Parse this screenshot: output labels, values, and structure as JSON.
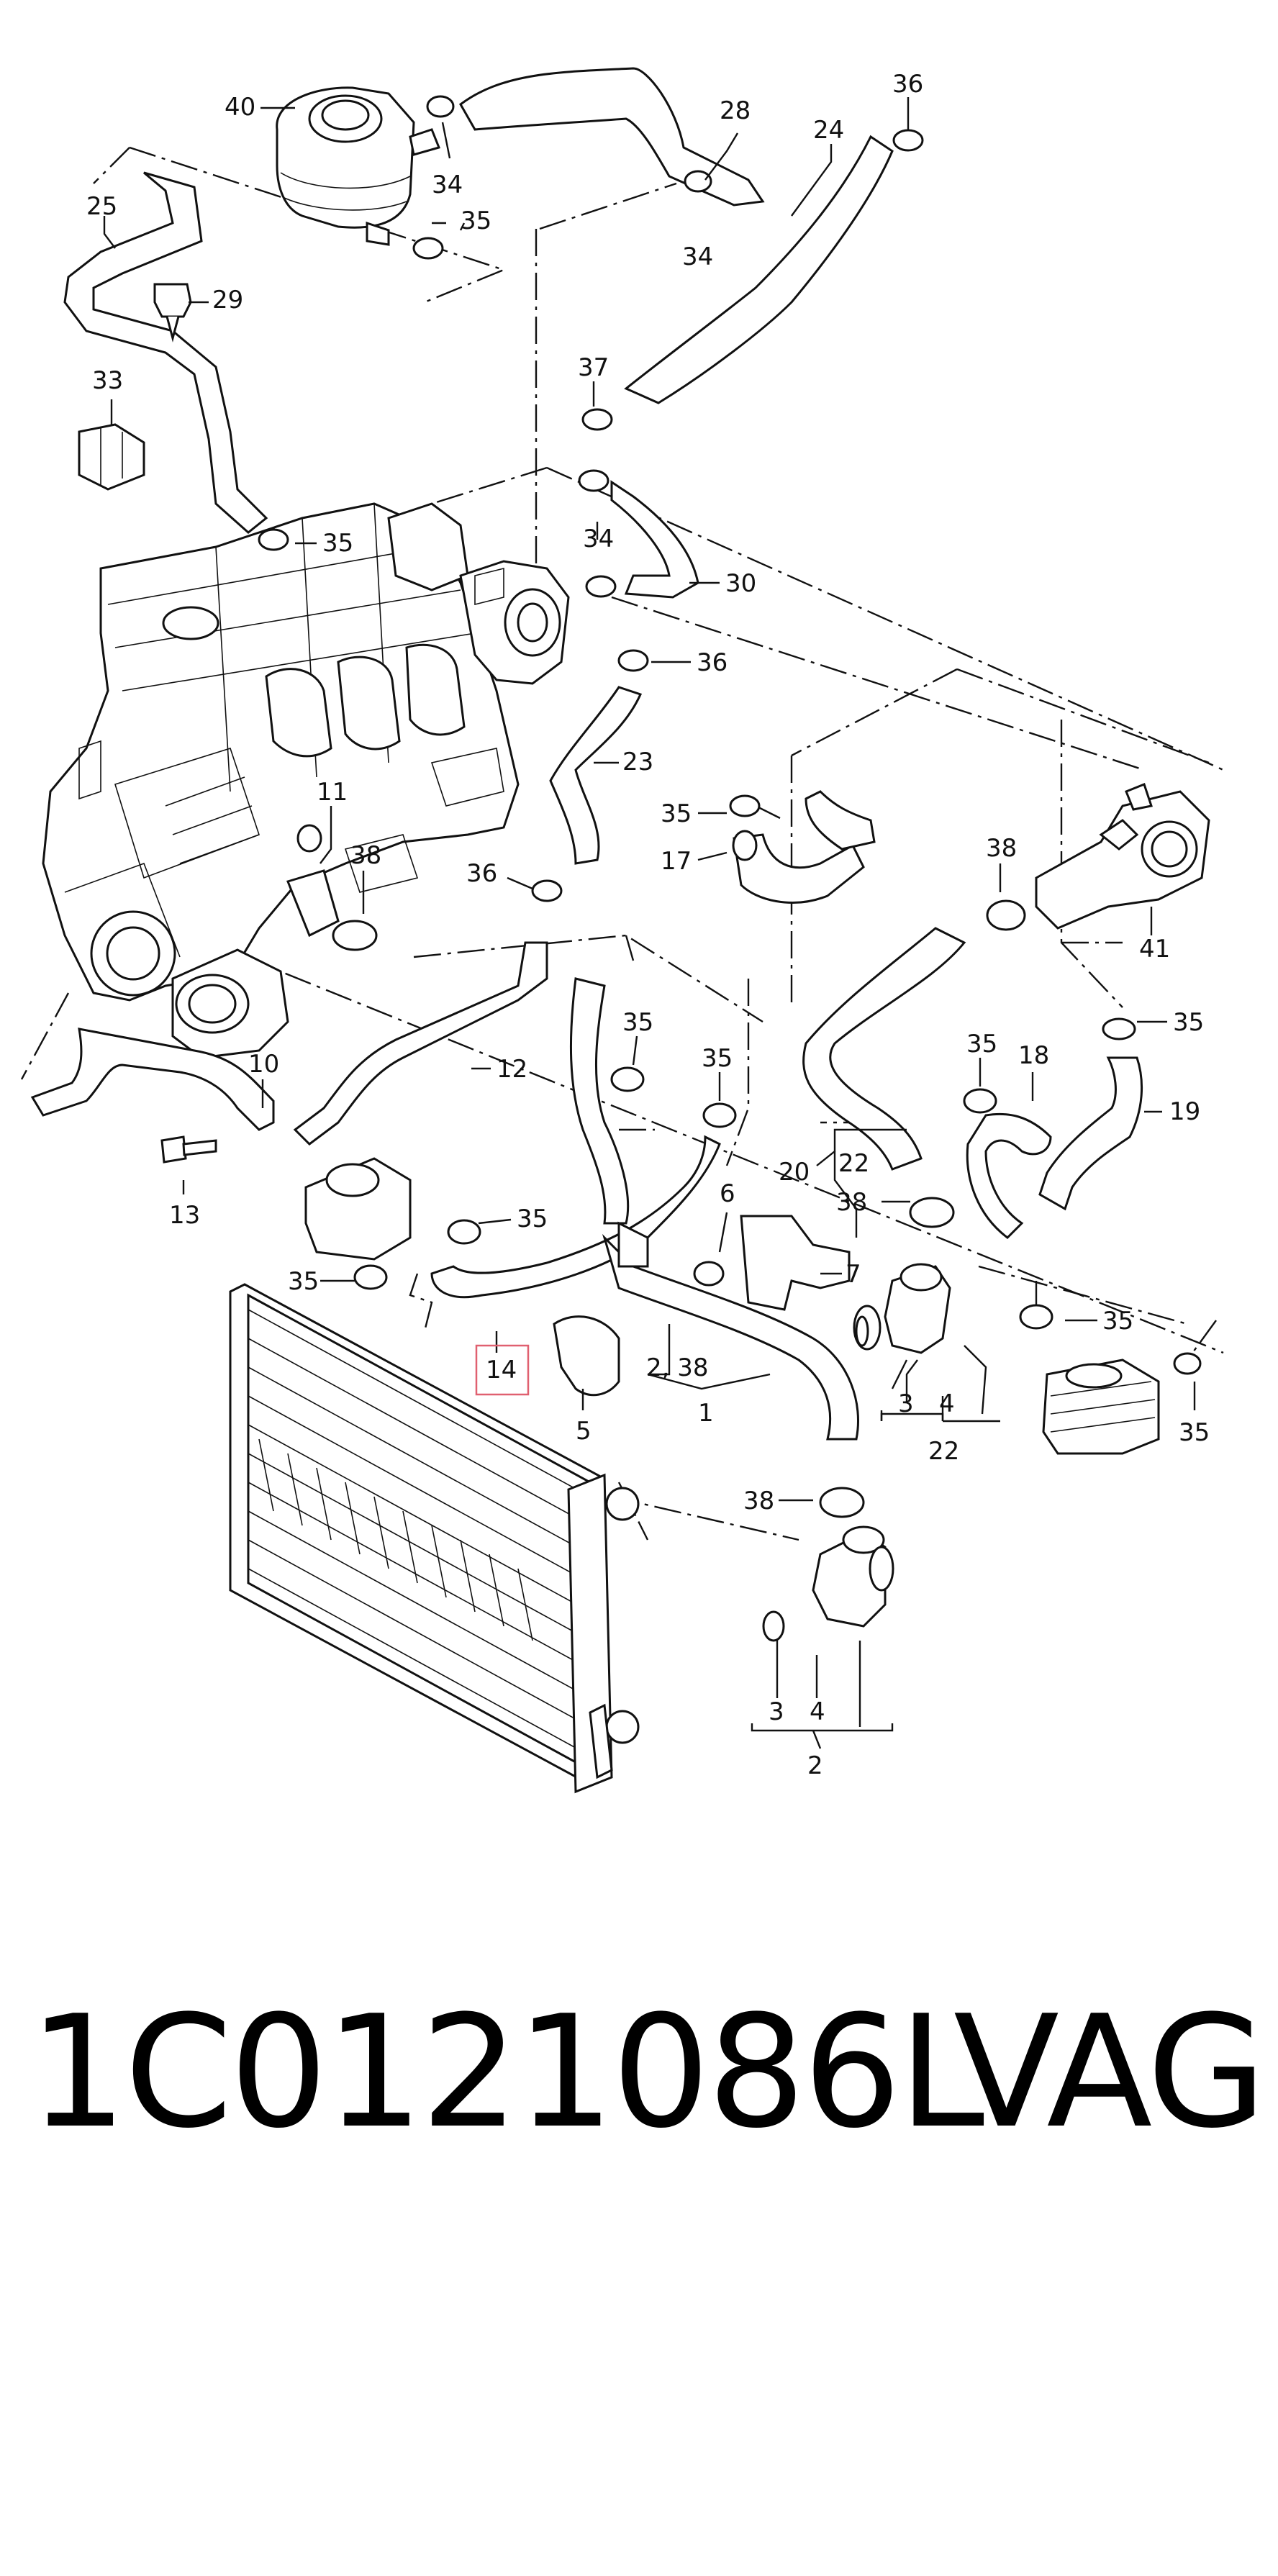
{
  "highlight_color": "#e06070",
  "callouts": [
    {
      "id": "c40",
      "text": "40"
    },
    {
      "id": "c34a",
      "text": "34"
    },
    {
      "id": "c28",
      "text": "28"
    },
    {
      "id": "c36a",
      "text": "36"
    },
    {
      "id": "c24",
      "text": "24"
    },
    {
      "id": "c25",
      "text": "25"
    },
    {
      "id": "c35a",
      "text": "35"
    },
    {
      "id": "c34b",
      "text": "34"
    },
    {
      "id": "c29",
      "text": "29"
    },
    {
      "id": "c33",
      "text": "33"
    },
    {
      "id": "c37",
      "text": "37"
    },
    {
      "id": "c35b",
      "text": "35"
    },
    {
      "id": "c34c",
      "text": "34"
    },
    {
      "id": "c30",
      "text": "30"
    },
    {
      "id": "c36b",
      "text": "36"
    },
    {
      "id": "c23",
      "text": "23"
    },
    {
      "id": "c35c",
      "text": "35"
    },
    {
      "id": "c17",
      "text": "17"
    },
    {
      "id": "c11",
      "text": "11"
    },
    {
      "id": "c38a",
      "text": "38"
    },
    {
      "id": "c36c",
      "text": "36"
    },
    {
      "id": "c38b",
      "text": "38"
    },
    {
      "id": "c41",
      "text": "41"
    },
    {
      "id": "c35d",
      "text": "35"
    },
    {
      "id": "c12",
      "text": "12"
    },
    {
      "id": "c35e",
      "text": "35"
    },
    {
      "id": "c35f",
      "text": "35"
    },
    {
      "id": "c10",
      "text": "10"
    },
    {
      "id": "c35g",
      "text": "35"
    },
    {
      "id": "c18",
      "text": "18"
    },
    {
      "id": "c19",
      "text": "19"
    },
    {
      "id": "c13",
      "text": "13"
    },
    {
      "id": "c20",
      "text": "20"
    },
    {
      "id": "c22a",
      "text": "22"
    },
    {
      "id": "c38c",
      "text": "38"
    },
    {
      "id": "c6",
      "text": "6"
    },
    {
      "id": "c35h",
      "text": "35"
    },
    {
      "id": "c7",
      "text": "7"
    },
    {
      "id": "c35i",
      "text": "35"
    },
    {
      "id": "c35j",
      "text": "35"
    },
    {
      "id": "c14",
      "text": "14"
    },
    {
      "id": "c238",
      "text": "2, 38"
    },
    {
      "id": "c1",
      "text": "1"
    },
    {
      "id": "c5",
      "text": "5"
    },
    {
      "id": "c3a",
      "text": "3"
    },
    {
      "id": "c4a",
      "text": "4"
    },
    {
      "id": "c22b",
      "text": "22"
    },
    {
      "id": "c35k",
      "text": "35"
    },
    {
      "id": "c38d",
      "text": "38"
    },
    {
      "id": "c3b",
      "text": "3"
    },
    {
      "id": "c4b",
      "text": "4"
    },
    {
      "id": "c2",
      "text": "2"
    }
  ],
  "caption": {
    "part_number": "1C0121086L",
    "brand": "VAG"
  }
}
